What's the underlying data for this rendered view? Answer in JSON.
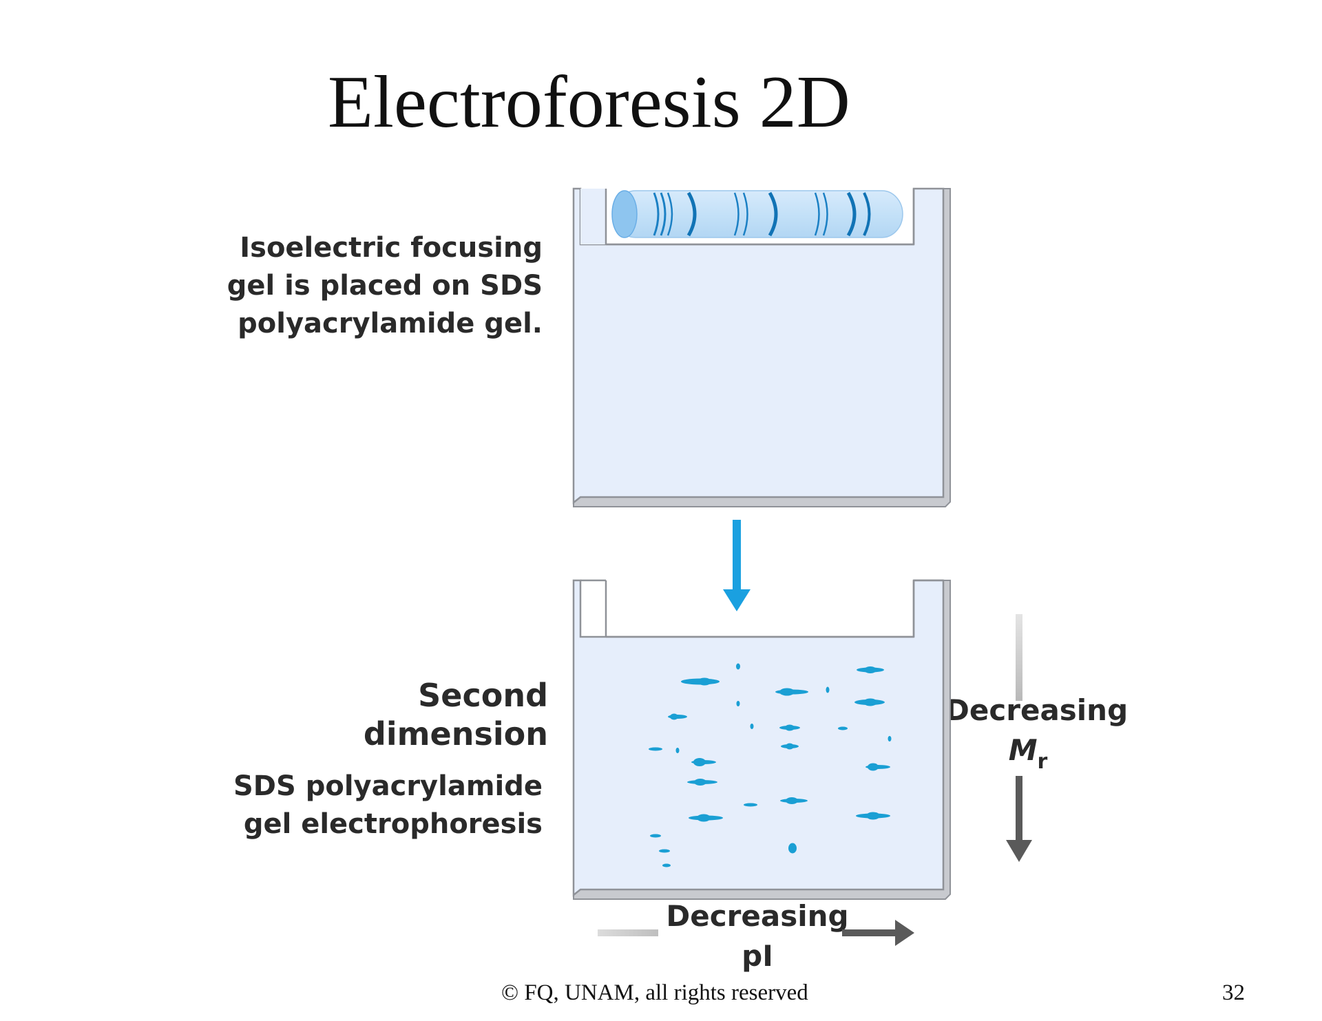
{
  "slide": {
    "title": "Electroforesis 2D",
    "footer": "© FQ, UNAM, all rights reserved",
    "page_number": "32"
  },
  "diagram": {
    "ief_label": [
      "Isoelectric focusing",
      "gel is placed on SDS",
      "polyacrylamide gel."
    ],
    "second_dimension": [
      "Second",
      "dimension"
    ],
    "sds_label": [
      "SDS polyacrylamide",
      "gel electrophoresis"
    ],
    "mr_axis": {
      "text": "Decreasing",
      "symbol": "M",
      "subscript": "r"
    },
    "pi_axis": {
      "text": "Decreasing",
      "symbol": "pI"
    },
    "colors": {
      "gel_fill": "#e6eefb",
      "gel_border": "#8f9298",
      "protein_spot": "#1a9fd4",
      "arrow_blue": "#1aa0e0",
      "arrow_gray": "#5a5a5a"
    }
  }
}
